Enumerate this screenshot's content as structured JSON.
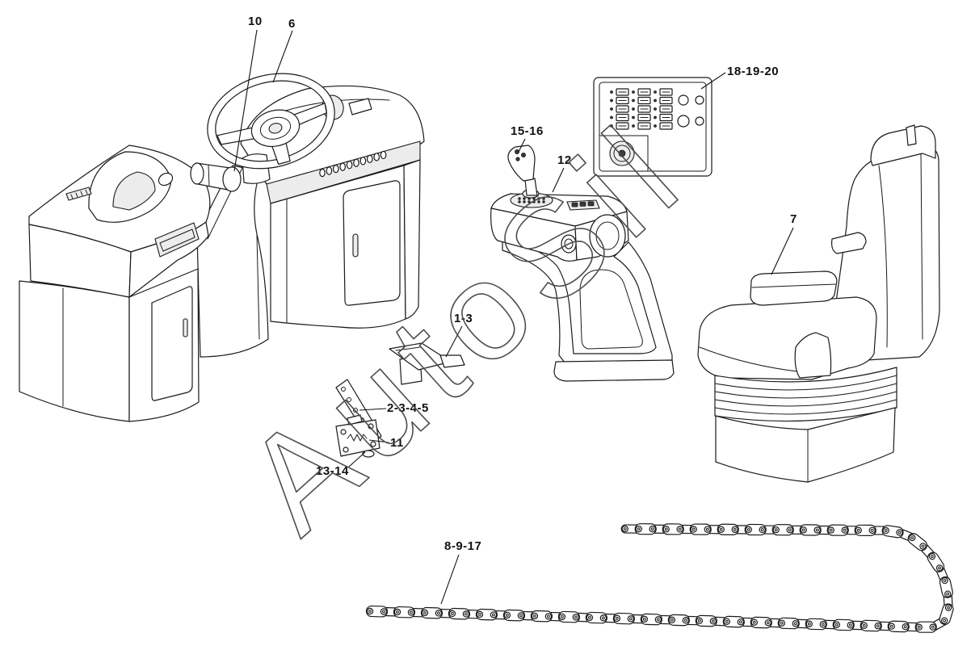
{
  "callouts": [
    "10",
    "6",
    "18-19-20",
    "15-16",
    "12",
    "7",
    "1-3",
    "2-3-4-5",
    "11",
    "13-14",
    "8-9-17"
  ],
  "watermark": {
    "text": "AutoSil"
  },
  "colors": {
    "line": "#1a1a1a",
    "watermark": "#4d4d4d",
    "background": "#ffffff"
  }
}
